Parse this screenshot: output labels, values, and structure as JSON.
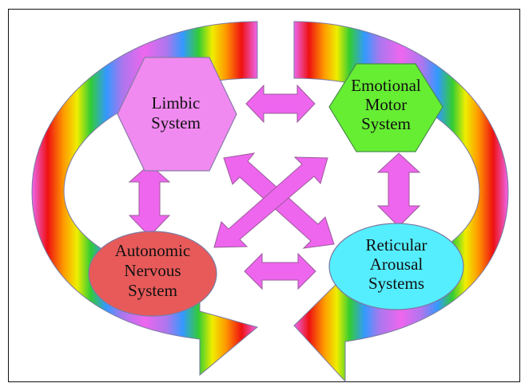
{
  "diagram": {
    "nodes": {
      "limbic": {
        "lines": [
          "Limbic",
          "System"
        ],
        "shape": "hexagon",
        "color": "#f08af0"
      },
      "emotional": {
        "lines": [
          "Emotional",
          "Motor",
          "System"
        ],
        "shape": "hexagon",
        "color": "#66ee33"
      },
      "autonomic": {
        "lines": [
          "Autonomic",
          "Nervous",
          "System"
        ],
        "shape": "ellipse",
        "color": "#e85a5a"
      },
      "reticular": {
        "lines": [
          "Reticular",
          "Arousal",
          "Systems"
        ],
        "shape": "ellipse",
        "color": "#55eeff"
      }
    },
    "arrow_color": "#ee66ee",
    "ring": "rainbow"
  }
}
